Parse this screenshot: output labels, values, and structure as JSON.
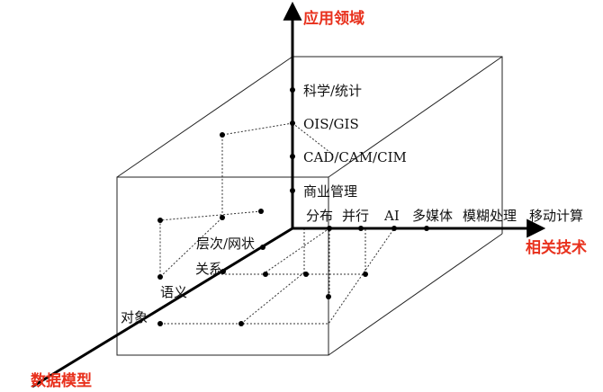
{
  "axis_color": "#000000",
  "title_color": "#e8301c",
  "axes": {
    "vertical": "应用领域",
    "horizontal": "相关技术",
    "depth": "数据模型"
  },
  "vertical_labels": {
    "science": "科学/统计",
    "ois": "OIS/GIS",
    "cad": "CAD/CAM/CIM",
    "business": "商业管理"
  },
  "horizontal_labels": {
    "distributed": "分布",
    "parallel": "并行",
    "ai": "AI",
    "multimedia": "多媒体",
    "fuzzy": "模糊处理",
    "mobile": "移动计算"
  },
  "depth_labels": {
    "hierarchical": "层次/网状",
    "relational": "关系",
    "semantic": "语义",
    "object": "对象"
  }
}
